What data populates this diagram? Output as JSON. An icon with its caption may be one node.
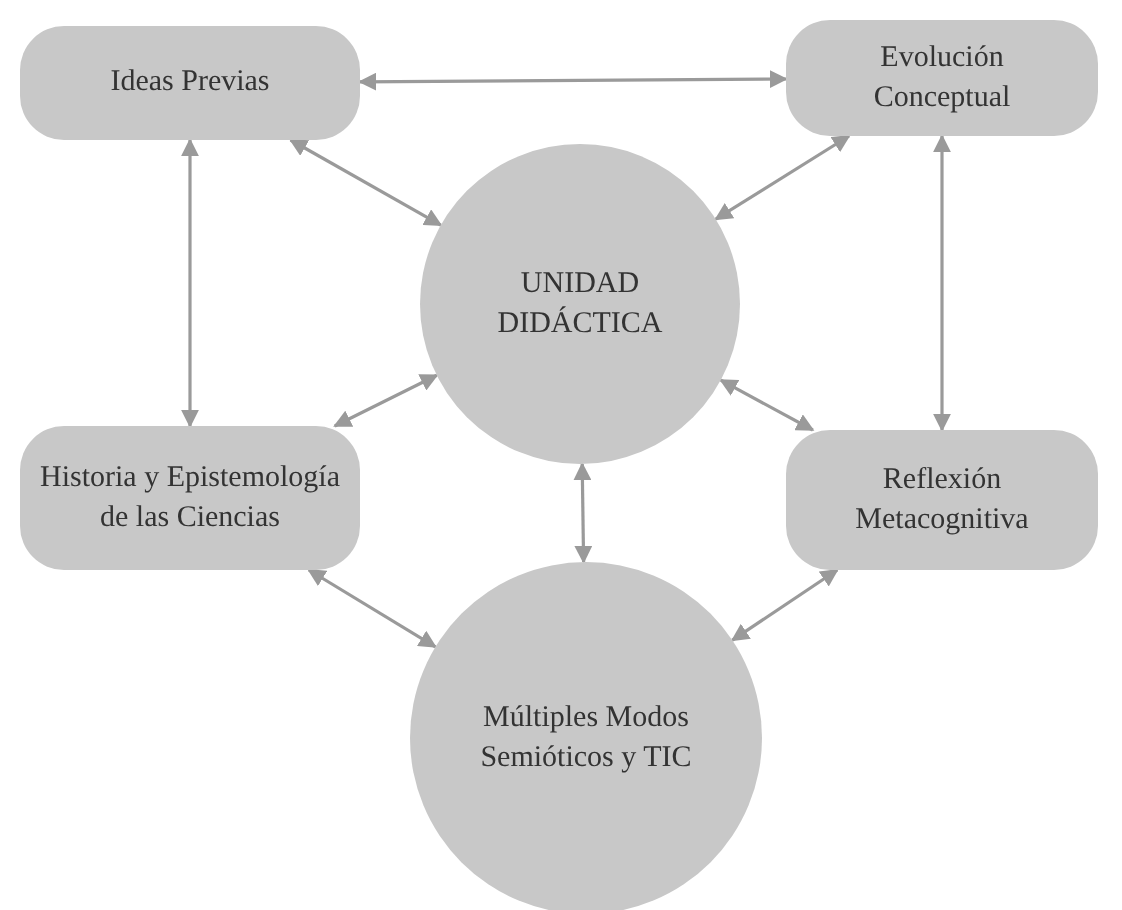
{
  "diagram": {
    "nodes": [
      {
        "text": [
          "Ideas Previas"
        ]
      },
      {
        "text": [
          "Evolución Conceptual"
        ]
      },
      {
        "text": [
          "UNIDAD DIDÁCTICA"
        ]
      },
      {
        "text": [
          "Historia y Epistemología de las Ciencias"
        ]
      },
      {
        "text": [
          "Reflexión Metacognitiva"
        ]
      },
      {
        "text": [
          "Múltiples Modos Semióticos y TIC"
        ]
      }
    ],
    "edges": [
      {
        "from": 0,
        "to": 1,
        "arrow": "both"
      },
      {
        "from": 0,
        "to": 2,
        "arrow": "both"
      },
      {
        "from": 1,
        "to": 2,
        "arrow": "both"
      },
      {
        "from": 0,
        "to": 3,
        "arrow": "both"
      },
      {
        "from": 1,
        "to": 4,
        "arrow": "both"
      },
      {
        "from": 3,
        "to": 2,
        "arrow": "both"
      },
      {
        "from": 4,
        "to": 2,
        "arrow": "both"
      },
      {
        "from": 2,
        "to": 5,
        "arrow": "both"
      },
      {
        "from": 3,
        "to": 5,
        "arrow": "both"
      },
      {
        "from": 4,
        "to": 5,
        "arrow": "both"
      }
    ]
  }
}
